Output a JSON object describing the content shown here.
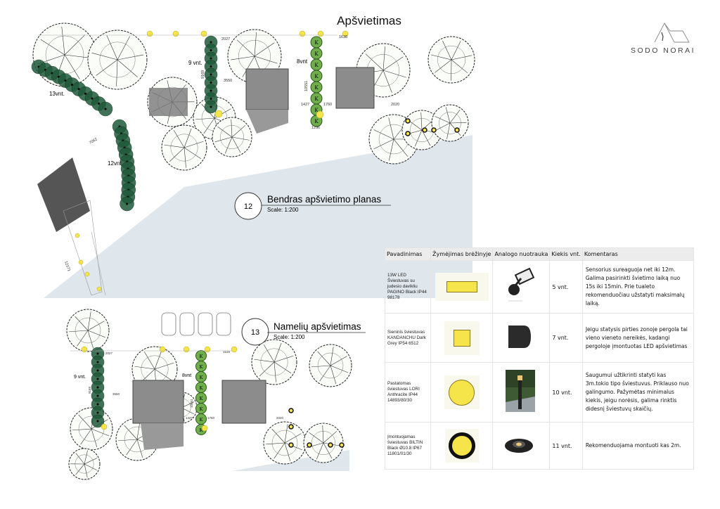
{
  "page": {
    "title": "Apšvietimas"
  },
  "logo": {
    "text": "SODO NORAI"
  },
  "plan1": {
    "number": "12",
    "title": "Bendras apšvietimo planas",
    "scale": "Scale: 1:200",
    "labels": {
      "hedge_a": "13vnt.",
      "hedge_b": "12vnt",
      "hedge_c": "9 vnt.",
      "hedge_k": "8vnt"
    },
    "dims": {
      "d1": "7062",
      "d2": "3550",
      "d3": "2027",
      "d4": "1638",
      "d5": "1427",
      "d6": "1760",
      "d7": "2020",
      "d8": "10551",
      "d9": "9169",
      "d10": "12171",
      "d11": "1296"
    },
    "k_label": "K"
  },
  "plan2": {
    "number": "13",
    "title": "Namelių apšvietimas",
    "scale": "Scale: 1:200",
    "labels": {
      "hedge_c": "9 vnt.",
      "hedge_k": "8vnt"
    },
    "dims": {
      "d2": "3550",
      "d3": "2027",
      "d4": "1638",
      "d5": "1427",
      "d6": "1760",
      "d7": "2020",
      "d8": "10551",
      "d9": "9169"
    }
  },
  "table": {
    "headers": [
      "Pavadinimas",
      "Žymėjimas brėžinyje",
      "Analogo nuotrauka",
      "Kiekis vnt.",
      "Komentaras"
    ],
    "rows": [
      {
        "name": "13W LED Šviestuvas su judesio davikliu PAGINO Black IP44 98178",
        "symbol": "yellow-rectangle",
        "photo": "floodlight-sensor",
        "qty": "5 vnt.",
        "comment": "Sensorius sureaguoja net iki 12m. Galima pasirinkti švietimo laiką nuo 15s iki 15min. Prie tualeto rekomenduočiau užstatyti maksimalų laiką."
      },
      {
        "name": "Sieninis šviestuvas KANDANCHU Dark Grey IP54 6512",
        "symbol": "yellow-square",
        "photo": "wall-lamp",
        "qty": "7 vnt.",
        "comment": "Jeigu statysis pirties zonoje pergola tai vieno vieneto nereikės, kadangi pergoloje įmontuotas LED apšvietimas"
      },
      {
        "name": "Pastatomas šviestuvas LORI Anthracite IP44 14893/80/30",
        "symbol": "yellow-circle",
        "photo": "bollard-lamp",
        "qty": "10 vnt.",
        "comment": "Saugumui užtikrinti statyti kas 3m.tokio tipo šviestuvus. Priklauso nuo galingumo. Pažymėtas minimalus kiekis, jeigu norėsis, galima rinktis didesnį šviestuvų skaičių."
      },
      {
        "name": "Įmontuojamas šviestuvas BILTIN Black Ø10.8 IP67 11801/01/30",
        "symbol": "yellow-circle-black-ring",
        "photo": "recessed-lamp",
        "qty": "11 vnt.",
        "comment": "Rekomenduojama montuoti kas 2m."
      }
    ]
  },
  "colors": {
    "light": "#f5e44a",
    "hedge": "#1f5a3a",
    "k_plant": "#6fae4a",
    "building": "#8c8c8c",
    "ground": "#dde4ea"
  }
}
